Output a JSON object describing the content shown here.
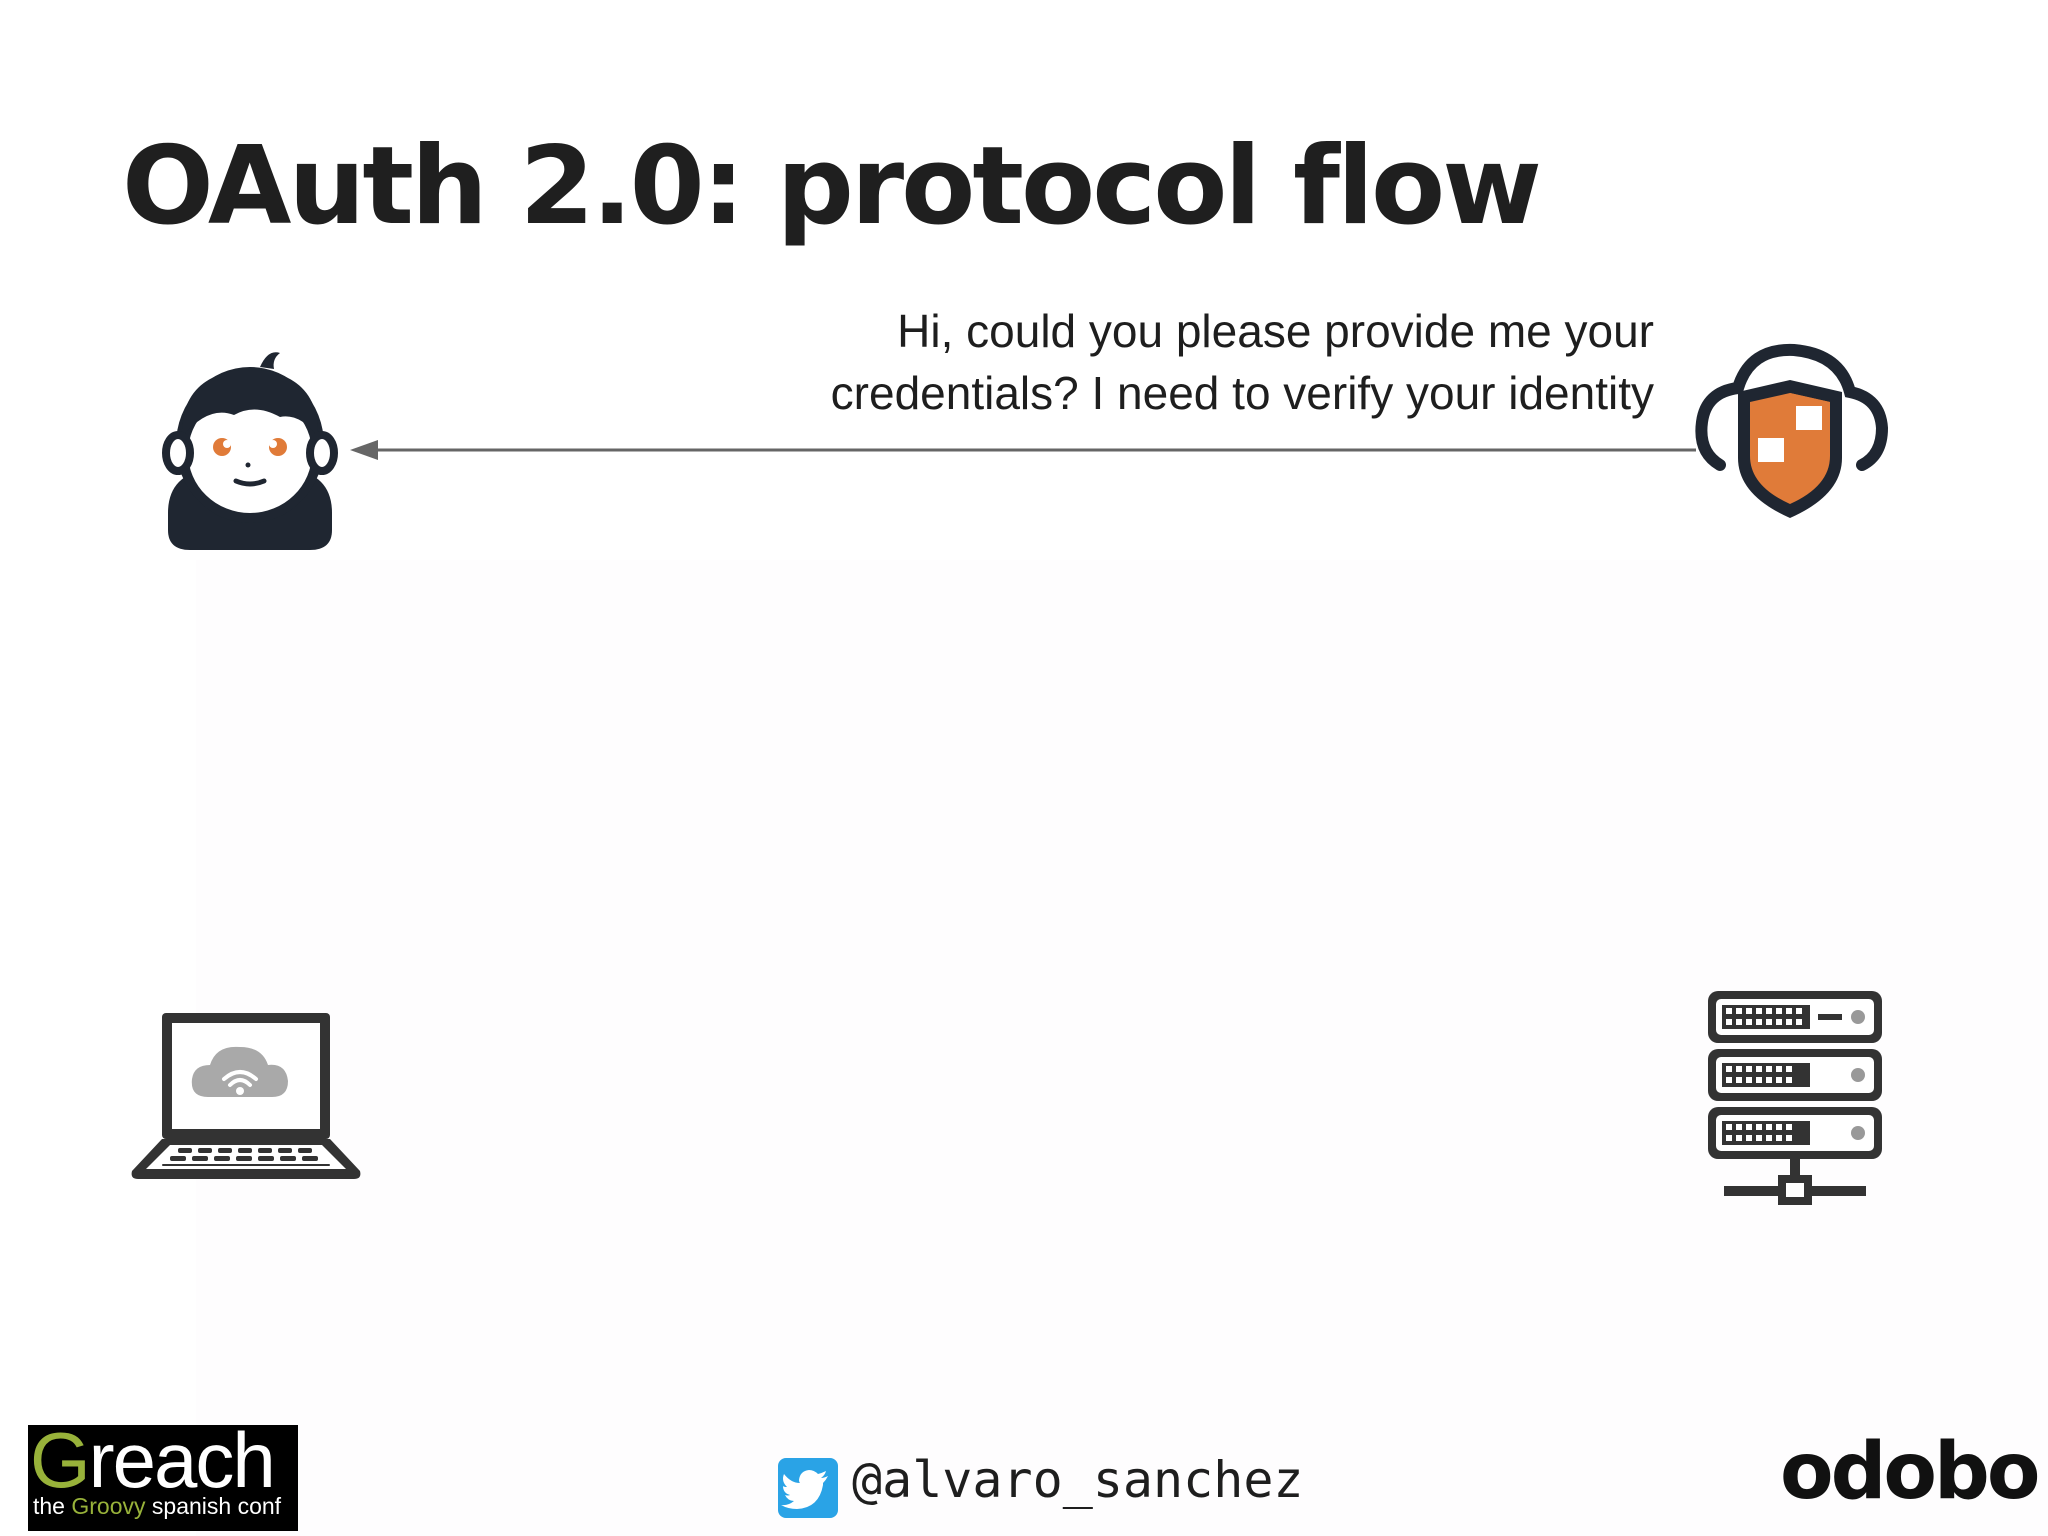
{
  "slide": {
    "title": "OAuth 2.0: protocol flow"
  },
  "flow": {
    "message_line1": "Hi, could you please provide me your",
    "message_line2": "credentials? I need to verify your identity",
    "direction": "authorization-server-to-user"
  },
  "icons": {
    "user": "user-icon",
    "authorization_server": "cloud-shield-icon",
    "client": "laptop-cloud-icon",
    "resource_server": "server-rack-icon",
    "accent_color": "#e07b39",
    "dark_color": "#1f2631"
  },
  "footer": {
    "grech_word_initial": "G",
    "grech_word_rest": "reach",
    "grech_tag_pre": "the ",
    "grech_tag_groovy": "Groovy",
    "grech_tag_post": " spanish conf",
    "twitter_handle": "@alvaro_sanchez",
    "sponsor": "odobo",
    "grech_accent": "#98b23a",
    "twitter_color": "#2aa3e6"
  }
}
